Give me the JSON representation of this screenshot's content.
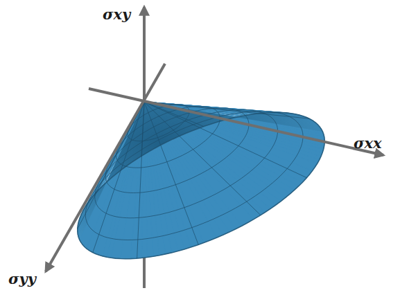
{
  "diagram": {
    "labels": [
      "σxy",
      "σxx",
      "σyy"
    ]
  }
}
